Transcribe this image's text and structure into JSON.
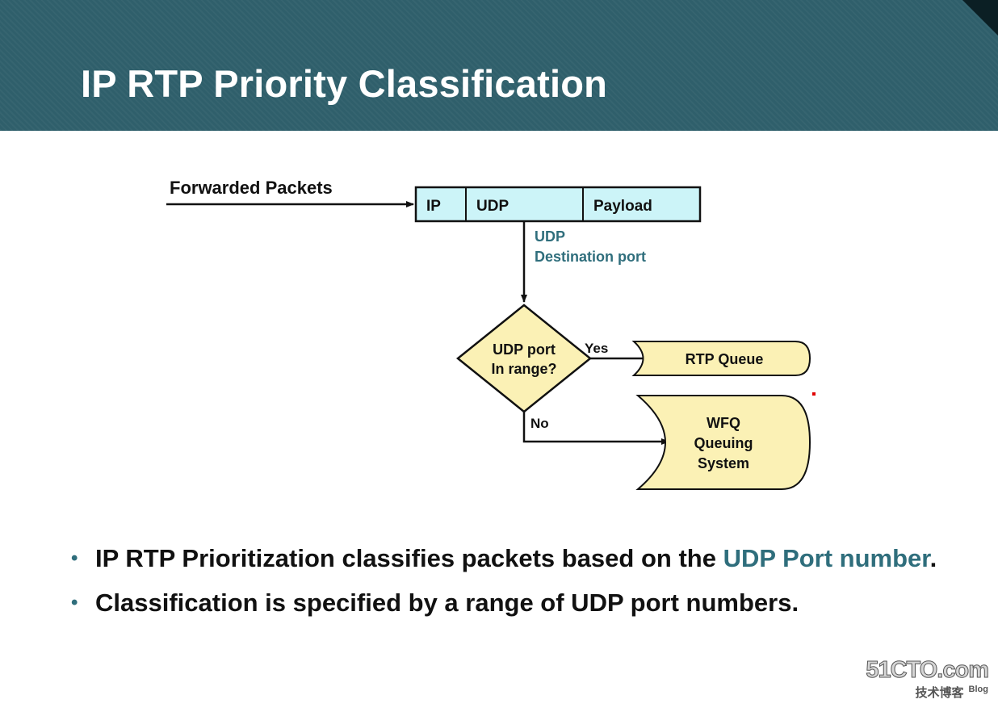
{
  "slide": {
    "title": "IP RTP Priority Classification"
  },
  "diagram": {
    "input_label": "Forwarded Packets",
    "packet_fields": [
      "IP",
      "UDP",
      "Payload"
    ],
    "port_label_line1": "UDP",
    "port_label_line2": "Destination port",
    "decision_line1": "UDP port",
    "decision_line2": "In range?",
    "yes_label": "Yes",
    "no_label": "No",
    "rtp_queue": "RTP Queue",
    "wfq_line1": "WFQ",
    "wfq_line2": "Queuing",
    "wfq_line3": "System"
  },
  "bullets": [
    {
      "text_before": "IP RTP Prioritization classifies packets based on the ",
      "highlight": "UDP Port number",
      "text_after": "."
    },
    {
      "text": "Classification is specified by a range of UDP port numbers."
    }
  ],
  "bullet_symbol": "•",
  "watermark": {
    "logo": "51CTO.com",
    "sub": "技术博客",
    "blog": "Blog"
  },
  "colors": {
    "header_bg": "#2f5f6b",
    "packet_fill": "#ccf4f8",
    "shape_fill": "#fbf1b5",
    "accent_text": "#2f6e7c",
    "bullet_text": "#111111"
  }
}
